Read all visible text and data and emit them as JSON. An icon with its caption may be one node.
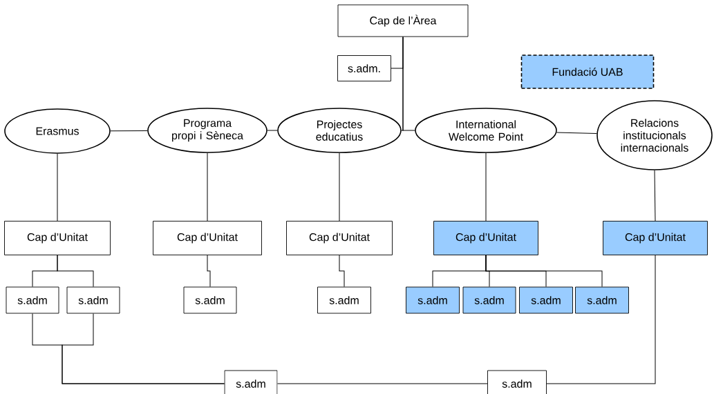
{
  "diagram": {
    "nodes": [
      {
        "text": [
          "Cap de l’Àrea"
        ]
      },
      {
        "text": [
          "s.adm."
        ]
      },
      {
        "text": [
          "Fundació UAB"
        ]
      },
      {
        "text": [
          "Erasmus"
        ]
      },
      {
        "text": [
          "Programa propi i Sèneca"
        ]
      },
      {
        "text": [
          "Projectes educatius"
        ]
      },
      {
        "text": [
          "International Welcome Point"
        ]
      },
      {
        "text": [
          "Relacions institucionals internacionals"
        ]
      },
      {
        "text": [
          "Cap d’Unitat"
        ]
      },
      {
        "text": [
          "Cap d’Unitat"
        ]
      },
      {
        "text": [
          "Cap d’Unitat"
        ]
      },
      {
        "text": [
          "Cap d’Unitat"
        ]
      },
      {
        "text": [
          "Cap d’Unitat"
        ]
      },
      {
        "text": [
          "s.adm"
        ]
      },
      {
        "text": [
          "s.adm"
        ]
      },
      {
        "text": [
          "s.adm"
        ]
      },
      {
        "text": [
          "s.adm"
        ]
      },
      {
        "text": [
          "s.adm"
        ]
      },
      {
        "text": [
          "s.adm"
        ]
      },
      {
        "text": [
          "s.adm"
        ]
      },
      {
        "text": [
          "s.adm"
        ]
      },
      {
        "text": [
          "s.adm"
        ]
      },
      {
        "text": [
          "s.adm"
        ]
      }
    ],
    "edges": [
      {
        "from": 0,
        "to": 1,
        "arrow": "none"
      },
      {
        "from": 0,
        "to": 5,
        "arrow": "none"
      },
      {
        "from": 0,
        "to": 6,
        "arrow": "none"
      },
      {
        "from": 3,
        "to": 4,
        "arrow": "none"
      },
      {
        "from": 4,
        "to": 5,
        "arrow": "none"
      },
      {
        "from": 6,
        "to": 7,
        "arrow": "none"
      },
      {
        "from": 3,
        "to": 8,
        "arrow": "none"
      },
      {
        "from": 4,
        "to": 9,
        "arrow": "none"
      },
      {
        "from": 5,
        "to": 10,
        "arrow": "none"
      },
      {
        "from": 6,
        "to": 11,
        "arrow": "none"
      },
      {
        "from": 7,
        "to": 12,
        "arrow": "none"
      },
      {
        "from": 8,
        "to": 13,
        "arrow": "none"
      },
      {
        "from": 8,
        "to": 14,
        "arrow": "none"
      },
      {
        "from": 9,
        "to": 15,
        "arrow": "none"
      },
      {
        "from": 10,
        "to": 16,
        "arrow": "none"
      },
      {
        "from": 11,
        "to": 17,
        "arrow": "none"
      },
      {
        "from": 11,
        "to": 18,
        "arrow": "none"
      },
      {
        "from": 11,
        "to": 19,
        "arrow": "none"
      },
      {
        "from": 11,
        "to": 20,
        "arrow": "none"
      },
      {
        "from": 13,
        "to": 21,
        "arrow": "none"
      },
      {
        "from": 14,
        "to": 21,
        "arrow": "none"
      },
      {
        "from": 21,
        "to": 22,
        "arrow": "none"
      },
      {
        "from": 12,
        "to": 22,
        "arrow": "none"
      }
    ]
  }
}
